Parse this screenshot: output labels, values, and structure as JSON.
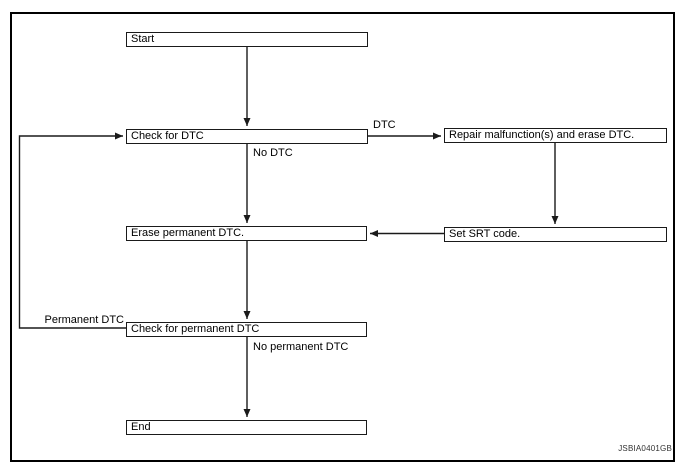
{
  "flowchart": {
    "nodes": {
      "start": "Start",
      "check_dtc": "Check for DTC",
      "repair_erase": "Repair malfunction(s) and erase DTC.",
      "erase_permanent": "Erase permanent DTC.",
      "set_srt": "Set SRT code.",
      "check_permanent": "Check for permanent DTC",
      "end": "End"
    },
    "edge_labels": {
      "dtc": "DTC",
      "no_dtc": "No DTC",
      "permanent_dtc": "Permanent DTC",
      "no_permanent_dtc": "No permanent DTC"
    },
    "colors": {
      "line": "#1a1a1a",
      "background": "#ffffff"
    }
  },
  "figure": {
    "code": "JSBIA0401GB"
  }
}
